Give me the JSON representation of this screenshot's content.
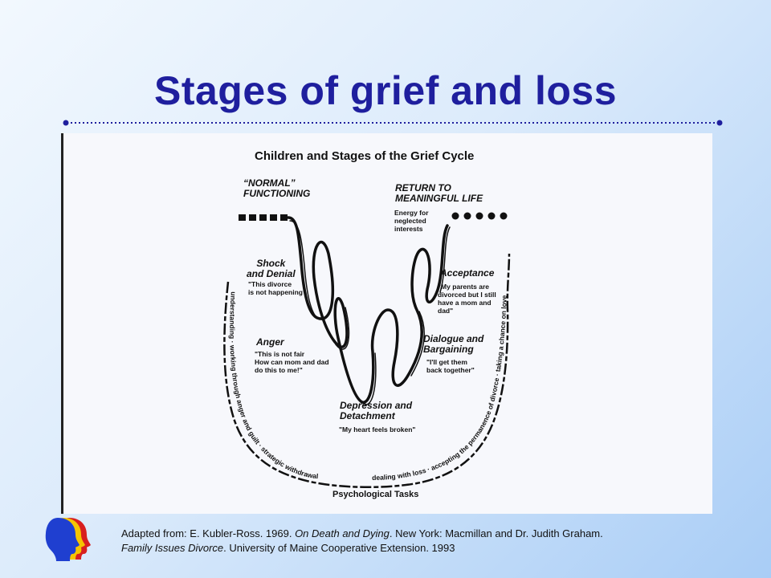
{
  "slide": {
    "title": "Stages of grief and loss"
  },
  "diagram": {
    "title": "Children and Stages of the Grief Cycle",
    "stages": [
      {
        "heading": [
          "“NORMAL”",
          "FUNCTIONING"
        ],
        "quote": []
      },
      {
        "heading": [
          "RETURN TO",
          "MEANINGFUL LIFE"
        ],
        "quote": [
          "Energy for",
          "neglected",
          "interests"
        ]
      },
      {
        "heading": [
          "Shock",
          "and Denial"
        ],
        "quote": [
          "\"This divorce",
          "is not happening\""
        ]
      },
      {
        "heading": [
          "Anger"
        ],
        "quote": [
          "\"This is not fair",
          "How can mom and dad",
          "do this to me!\""
        ]
      },
      {
        "heading": [
          "Depression and",
          "Detachment"
        ],
        "quote": [
          "\"My heart feels broken\""
        ]
      },
      {
        "heading": [
          "Dialogue and",
          "Bargaining"
        ],
        "quote": [
          "\"I'll get them",
          "back together\""
        ]
      },
      {
        "heading": [
          "Acceptance"
        ],
        "quote": [
          "\"My parents are",
          "divorced but I still",
          "have a mom and",
          "dad\""
        ]
      }
    ],
    "psych_tasks": {
      "label": "Psychological Tasks",
      "path_text": [
        "understanding",
        "working through anger and guilt",
        "strategic withdrawal",
        "dealing with loss",
        "accepting the permanence of divorce",
        "taking a chance on love"
      ]
    }
  },
  "citation": {
    "line1_prefix": "Adapted from:  E. Kubler-Ross. 1969. ",
    "line1_book": "On Death and Dying",
    "line1_suffix": ". New York: Macmillan and Dr. Judith Graham.",
    "line2_title": "Family Issues Divorce",
    "line2_suffix": ". University of Maine Cooperative Extension. 1993"
  },
  "colors": {
    "title": "#1f1f9e",
    "logo_blue": "#1f3fd0",
    "logo_yellow": "#f5c400",
    "logo_red": "#d81f1f"
  },
  "icons": {
    "logo": "head-profiles-logo"
  }
}
